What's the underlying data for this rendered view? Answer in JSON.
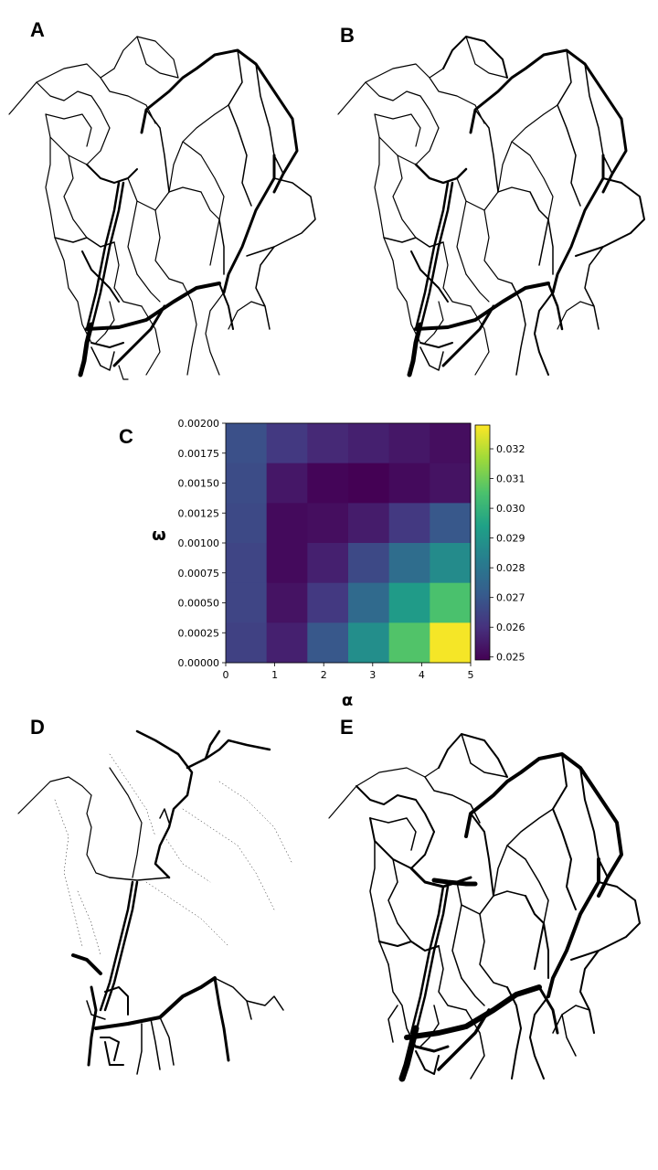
{
  "panels": {
    "a": "A",
    "b": "B",
    "c": "C",
    "d": "D",
    "e": "E"
  },
  "colors": {
    "network_stroke": "#000000",
    "background": "#ffffff"
  },
  "chart_data": {
    "type": "heatmap",
    "xlabel": "α",
    "ylabel": "ω",
    "xlim": [
      0,
      5
    ],
    "ylim": [
      0,
      0.002
    ],
    "xticks": [
      "0",
      "1",
      "2",
      "3",
      "4",
      "5"
    ],
    "yticks": [
      "0.00000",
      "0.00025",
      "0.00050",
      "0.00075",
      "0.00100",
      "0.00125",
      "0.00150",
      "0.00175",
      "0.00200"
    ],
    "colorbar": {
      "colormap": "viridis",
      "range": [
        0.0249,
        0.0328
      ],
      "ticks": [
        "0.025",
        "0.026",
        "0.027",
        "0.028",
        "0.029",
        "0.030",
        "0.031",
        "0.032"
      ]
    },
    "grid": {
      "cols": 6,
      "rows": 6,
      "rows_top_to_bottom": [
        [
          0.0268,
          0.0262,
          0.0258,
          0.0256,
          0.0254,
          0.0252
        ],
        [
          0.0267,
          0.0254,
          0.025,
          0.0249,
          0.0251,
          0.0253
        ],
        [
          0.0266,
          0.0251,
          0.0252,
          0.0255,
          0.0262,
          0.027
        ],
        [
          0.0265,
          0.0251,
          0.0256,
          0.0266,
          0.0277,
          0.0287
        ],
        [
          0.0265,
          0.0253,
          0.0262,
          0.0276,
          0.0292,
          0.0305
        ],
        [
          0.0264,
          0.0256,
          0.027,
          0.0288,
          0.0306,
          0.0327
        ]
      ]
    }
  }
}
